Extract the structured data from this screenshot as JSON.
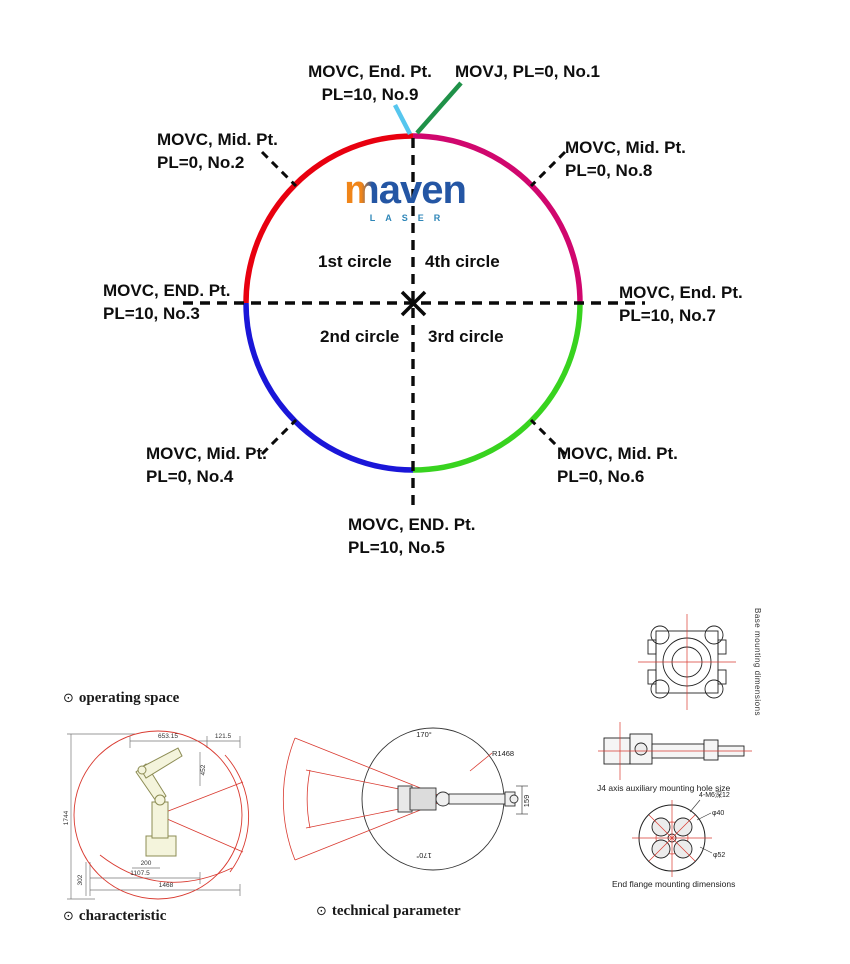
{
  "circle_diagram": {
    "labels": {
      "no1": "MOVJ, PL=0, No.1",
      "no2": "MOVC, Mid. Pt.\nPL=0, No.2",
      "no3": "MOVC, END. Pt.\nPL=10, No.3",
      "no4": "MOVC, Mid. Pt.\nPL=0, No.4",
      "no5": "MOVC, END. Pt.\nPL=10, No.5",
      "no6": "MOVC, Mid. Pt.\nPL=0, No.6",
      "no7": "MOVC, End. Pt.\nPL=10, No.7",
      "no8": "MOVC, Mid. Pt.\nPL=0, No.8",
      "no9": "MOVC, End. Pt.\nPL=10, No.9"
    },
    "quadrants": {
      "q1": "1st circle",
      "q2": "2nd circle",
      "q3": "3rd circle",
      "q4": "4th circle"
    },
    "arc_colors": {
      "top_left": "#e8000f",
      "top_right": "#d0076e",
      "bottom_left": "#1a16d8",
      "bottom_right": "#38d31f"
    },
    "pointer_colors": {
      "no9": "#56c6ee",
      "no1": "#1f9148"
    },
    "logo": {
      "word_m": "m",
      "word_rest": "aven",
      "letters": "LASER"
    }
  },
  "drawings": {
    "bullet": "⊙",
    "operating_space": {
      "label": "operating space",
      "dims": {
        "top1": "653.15",
        "top2": "121.5",
        "side_right": "452",
        "side_left": "1744",
        "bottom1": "200",
        "bottom2": "1107.5",
        "bottom3": "1468",
        "side_bottom_left": "302"
      }
    },
    "characteristic": {
      "label": "characteristic"
    },
    "technical_parameter": {
      "label": "technical parameter",
      "angle_top": "170°",
      "angle_bottom": "170°",
      "radius": "R1468",
      "height": "159"
    },
    "mounting": {
      "base_label": "Base mounting dimensions",
      "j4_label": "J4 axis auxiliary mounting hole size",
      "flange_label": "End flange mounting dimensions",
      "flange_holes": "4-M6深12",
      "phi_inner": "φ40",
      "phi_outer": "φ52"
    }
  }
}
